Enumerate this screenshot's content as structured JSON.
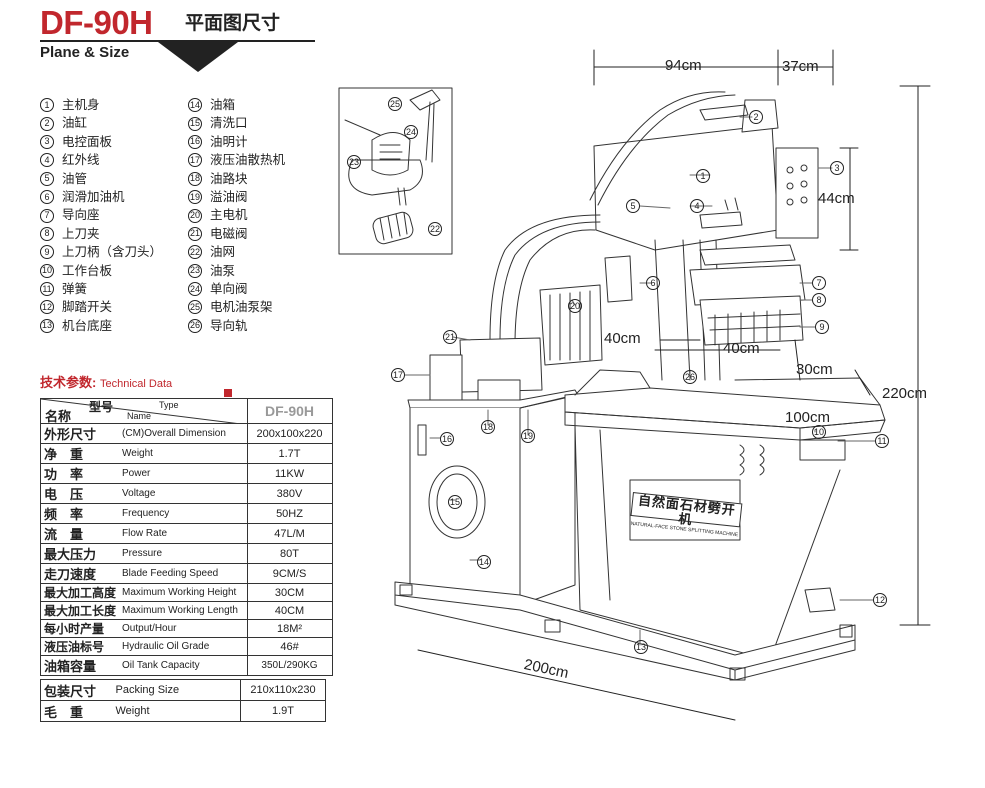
{
  "header": {
    "model": "DF-90H",
    "title_cn": "平面图尺寸",
    "subtitle": "Plane & Size"
  },
  "parts": [
    {
      "n": "1",
      "name": "主机身"
    },
    {
      "n": "2",
      "name": "油缸"
    },
    {
      "n": "3",
      "name": "电控面板"
    },
    {
      "n": "4",
      "name": "红外线"
    },
    {
      "n": "5",
      "name": "油管"
    },
    {
      "n": "6",
      "name": "润滑加油机"
    },
    {
      "n": "7",
      "name": "导向座"
    },
    {
      "n": "8",
      "name": "上刀夹"
    },
    {
      "n": "9",
      "name": "上刀柄（含刀头）"
    },
    {
      "n": "10",
      "name": "工作台板"
    },
    {
      "n": "11",
      "name": "弹簧"
    },
    {
      "n": "12",
      "name": "脚踏开关"
    },
    {
      "n": "13",
      "name": "机台底座"
    },
    {
      "n": "14",
      "name": "油箱"
    },
    {
      "n": "15",
      "name": "清洗口"
    },
    {
      "n": "16",
      "name": "油明计"
    },
    {
      "n": "17",
      "name": "液压油散热机"
    },
    {
      "n": "18",
      "name": "油路块"
    },
    {
      "n": "19",
      "name": "溢油阀"
    },
    {
      "n": "20",
      "name": "主电机"
    },
    {
      "n": "21",
      "name": "电磁阀"
    },
    {
      "n": "22",
      "name": "油网"
    },
    {
      "n": "23",
      "name": "油泵"
    },
    {
      "n": "24",
      "name": "单向阀"
    },
    {
      "n": "25",
      "name": "电机油泵架"
    },
    {
      "n": "26",
      "name": "导向轨"
    }
  ],
  "tech": {
    "title_cn": "技术参数:",
    "title_en": "Technical Data",
    "header_name": "名称",
    "header_model": "型号",
    "header_type": "Type",
    "header_name_en": "Name",
    "model_value": "DF-90H",
    "rows": [
      {
        "cn": "外形尺寸",
        "en": "(CM)Overall Dimension",
        "value": "200x100x220"
      },
      {
        "cn": "净　重",
        "en": "Weight",
        "value": "1.7T"
      },
      {
        "cn": "功　率",
        "en": "Power",
        "value": "11KW"
      },
      {
        "cn": "电　压",
        "en": "Voltage",
        "value": "380V"
      },
      {
        "cn": "频　率",
        "en": "Frequency",
        "value": "50HZ"
      },
      {
        "cn": "流　量",
        "en": "Flow Rate",
        "value": "47L/M"
      },
      {
        "cn": "最大压力",
        "en": "Pressure",
        "value": "80T"
      },
      {
        "cn": "走刀速度",
        "en": "Blade Feeding Speed",
        "value": "9CM/S"
      },
      {
        "cn": "最大加工高度",
        "en": "Maximum Working Height",
        "value": "30CM"
      },
      {
        "cn": "最大加工长度",
        "en": "Maximum Working Length",
        "value": "40CM"
      },
      {
        "cn": "每小时产量",
        "en": "Output/Hour",
        "value": "18M²"
      },
      {
        "cn": "液压油标号",
        "en": "Hydraulic Oil Grade",
        "value": "46#"
      },
      {
        "cn": "油箱容量",
        "en": "Oil Tank Capacity",
        "value": "350L/290KG"
      }
    ],
    "packing": [
      {
        "cn": "包装尺寸",
        "en": "Packing Size",
        "value": "210x110x230"
      },
      {
        "cn": "毛　重",
        "en": "Weight",
        "value": "1.9T"
      }
    ]
  },
  "dimensions": {
    "d94": "94cm",
    "d37": "37cm",
    "d44": "44cm",
    "d40a": "40cm",
    "d40b": "40cm",
    "d30": "30cm",
    "d100": "100cm",
    "d220": "220cm",
    "d200": "200cm"
  },
  "machine_label": {
    "cn": "自然面石材劈开机",
    "en": "NATURAL-FACE STONE SPLITTING MACHINE"
  },
  "callouts": [
    "1",
    "2",
    "3",
    "4",
    "5",
    "6",
    "7",
    "8",
    "9",
    "10",
    "11",
    "12",
    "13",
    "14",
    "15",
    "16",
    "17",
    "18",
    "19",
    "20",
    "21",
    "22",
    "23",
    "24",
    "25",
    "26"
  ]
}
